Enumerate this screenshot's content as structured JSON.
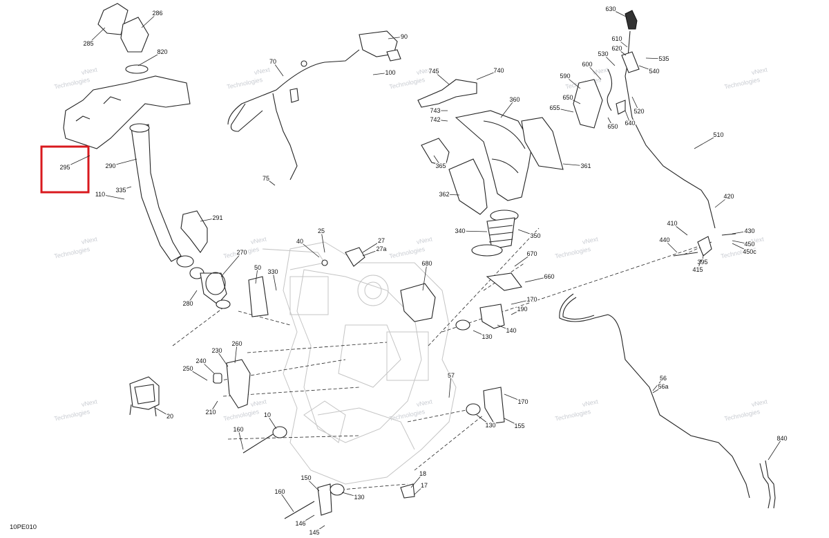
{
  "diagram": {
    "code": "10PE010",
    "highlighted_part": "295",
    "highlight_color": "#d9191e",
    "watermark": [
      "vNext",
      "Technologies"
    ],
    "parts": [
      "10",
      "17",
      "18",
      "20",
      "25",
      "27",
      "27a",
      "40",
      "50",
      "56",
      "56a",
      "57",
      "70",
      "75",
      "90",
      "100",
      "110",
      "130",
      "140",
      "145",
      "146",
      "150",
      "155",
      "160",
      "170",
      "190",
      "210",
      "230",
      "240",
      "250",
      "260",
      "270",
      "280",
      "285",
      "286",
      "290",
      "291",
      "295",
      "330",
      "335",
      "340",
      "350",
      "360",
      "361",
      "362",
      "365",
      "395",
      "410",
      "415",
      "420",
      "430",
      "440",
      "450",
      "450c",
      "510",
      "520",
      "530",
      "535",
      "540",
      "590",
      "600",
      "610",
      "620",
      "630",
      "640",
      "650",
      "655",
      "660",
      "670",
      "680",
      "740",
      "742",
      "743",
      "745",
      "820",
      "840"
    ]
  }
}
